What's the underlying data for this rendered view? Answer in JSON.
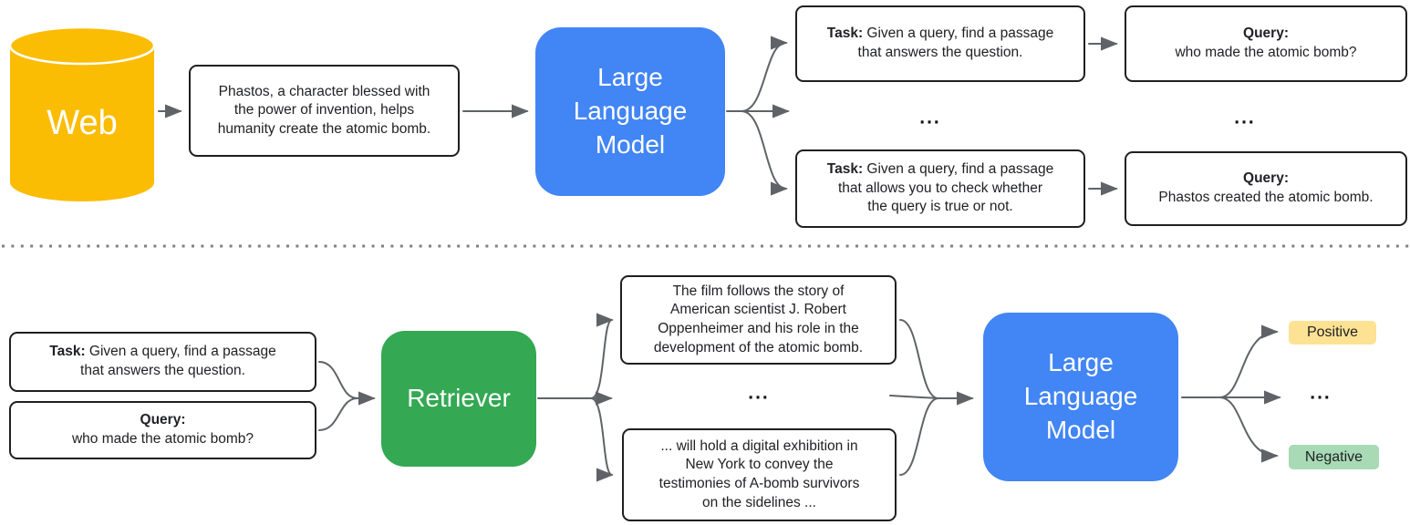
{
  "palette": {
    "llm_blue": "#4285F4",
    "retriever_green": "#34A853",
    "web_yellow": "#FBBC04",
    "positive_bg": "#FDE293",
    "negative_bg": "#A8DAB5",
    "arrow_gray": "#5F6368"
  },
  "top": {
    "source_label": "Web",
    "web_passage": "Phastos, a character blessed with\nthe power of invention, helps\nhumanity create the atomic bomb.",
    "llm_label": "Large\nLanguage\nModel",
    "ellipsis": "...",
    "pairs": [
      {
        "task_label": "Task:",
        "task_text": " Given a query, find a passage\nthat answers the question.",
        "query_label": "Query:",
        "query_text": "who made the atomic bomb?"
      },
      {
        "task_label": "Task:",
        "task_text": " Given a query, find a passage\nthat allows you to check whether\nthe query is true or not.",
        "query_label": "Query:",
        "query_text": "Phastos created the atomic bomb."
      }
    ]
  },
  "bottom": {
    "input_task_label": "Task:",
    "input_task_text": " Given a query, find a passage\nthat answers the question.",
    "input_query_label": "Query:",
    "input_query_text": "who made the atomic bomb?",
    "retriever_label": "Retriever",
    "passages": [
      "The film follows the story of\nAmerican scientist J. Robert\nOppenheimer and his role in the\ndevelopment of the atomic bomb.",
      "... will hold a digital exhibition in\nNew York to convey the\ntestimonies of A-bomb survivors\non the sidelines ..."
    ],
    "llm_label": "Large\nLanguage\nModel",
    "ellipsis": "...",
    "outputs": [
      {
        "label": "Positive"
      },
      {
        "label": "Negative"
      }
    ]
  }
}
